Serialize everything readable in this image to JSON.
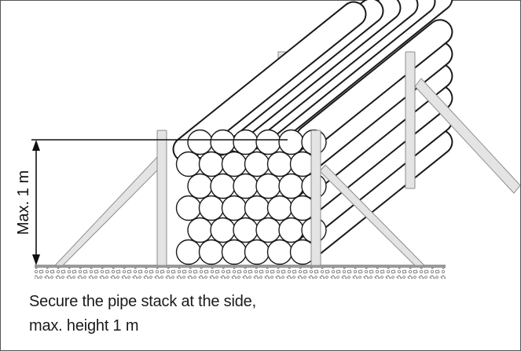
{
  "figure": {
    "dimension_label": "Max. 1 m",
    "caption_line1": "Secure the pipe stack at the side,",
    "caption_line2": "max. height 1 m"
  },
  "stack": {
    "rows": 6,
    "pipes_per_row": 6,
    "receding_layers": 6
  },
  "colors": {
    "outline": "#1a1a1a",
    "post_fill": "#e4e4e4",
    "post_stroke": "#8c8c8c",
    "ground": "#9a9a9a",
    "background": "#ffffff"
  }
}
